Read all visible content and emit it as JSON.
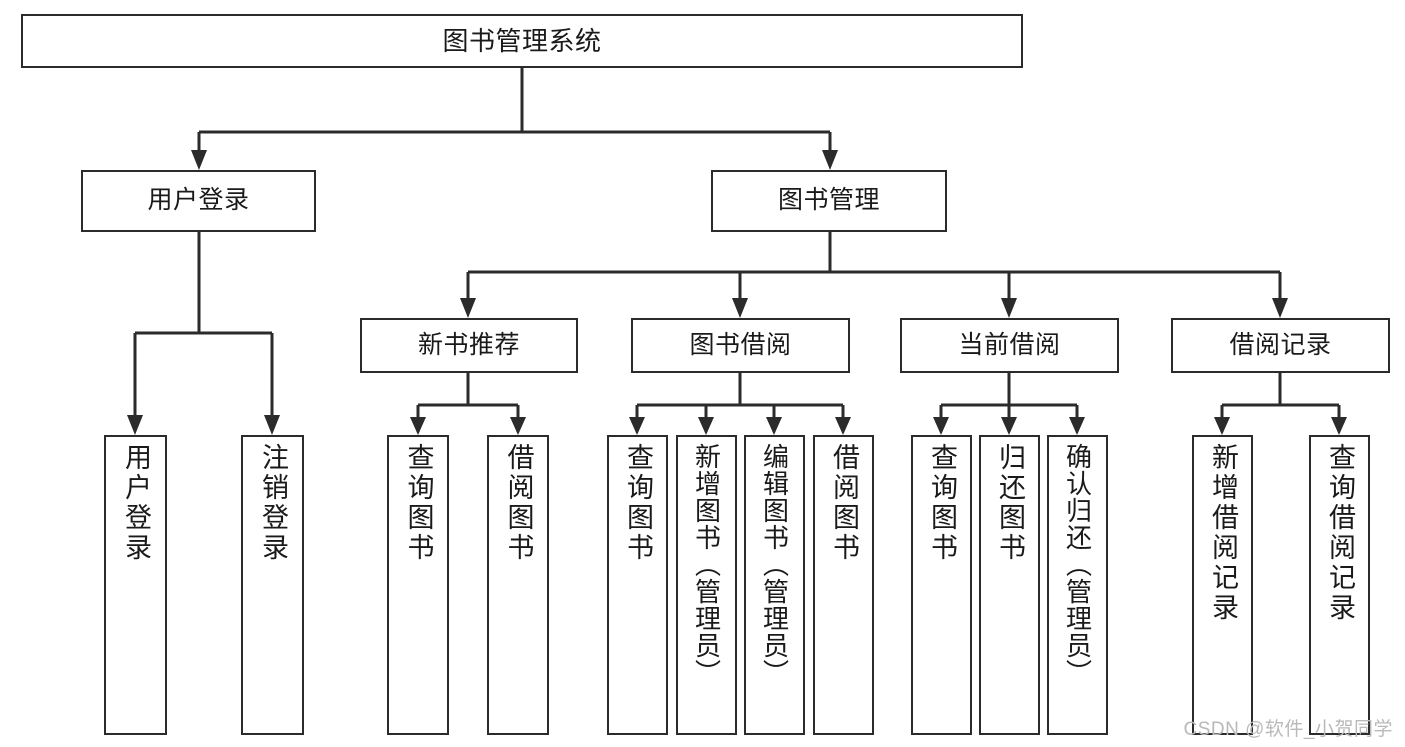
{
  "diagram": {
    "type": "tree-hierarchy",
    "title": "图书管理系统",
    "root": {
      "label": "图书管理系统",
      "id": "root"
    },
    "level2": [
      {
        "id": "user-login",
        "label": "用户登录"
      },
      {
        "id": "book-manage",
        "label": "图书管理"
      }
    ],
    "level3": [
      {
        "id": "new-book-recommend",
        "label": "新书推荐"
      },
      {
        "id": "book-borrow",
        "label": "图书借阅"
      },
      {
        "id": "current-borrow",
        "label": "当前借阅"
      },
      {
        "id": "borrow-record",
        "label": "借阅记录"
      }
    ],
    "leaves": {
      "user_login": [
        {
          "id": "leaf-user-login",
          "label": "用户登录"
        },
        {
          "id": "leaf-user-logout",
          "label": "注销登录"
        }
      ],
      "new_book_recommend": [
        {
          "id": "leaf-query-book-1",
          "label": "查询图书"
        },
        {
          "id": "leaf-borrow-book-1",
          "label": "借阅图书"
        }
      ],
      "book_borrow": [
        {
          "id": "leaf-query-book-2",
          "label": "查询图书"
        },
        {
          "id": "leaf-add-book",
          "label": "新增图书（管理员）"
        },
        {
          "id": "leaf-edit-book",
          "label": "编辑图书（管理员）"
        },
        {
          "id": "leaf-borrow-book-2",
          "label": "借阅图书"
        }
      ],
      "current_borrow": [
        {
          "id": "leaf-query-book-3",
          "label": "查询图书"
        },
        {
          "id": "leaf-return-book",
          "label": "归还图书"
        },
        {
          "id": "leaf-confirm-return",
          "label": "确认归还（管理员）"
        }
      ],
      "borrow_record": [
        {
          "id": "leaf-add-record",
          "label": "新增借阅记录"
        },
        {
          "id": "leaf-query-record",
          "label": "查询借阅记录"
        }
      ]
    }
  },
  "watermark": {
    "text": "CSDN @软件_小贺同学"
  },
  "colors": {
    "stroke": "#2b2b2b",
    "background": "#ffffff",
    "text": "#1a1a1a",
    "watermark": "#b9b9b9"
  }
}
